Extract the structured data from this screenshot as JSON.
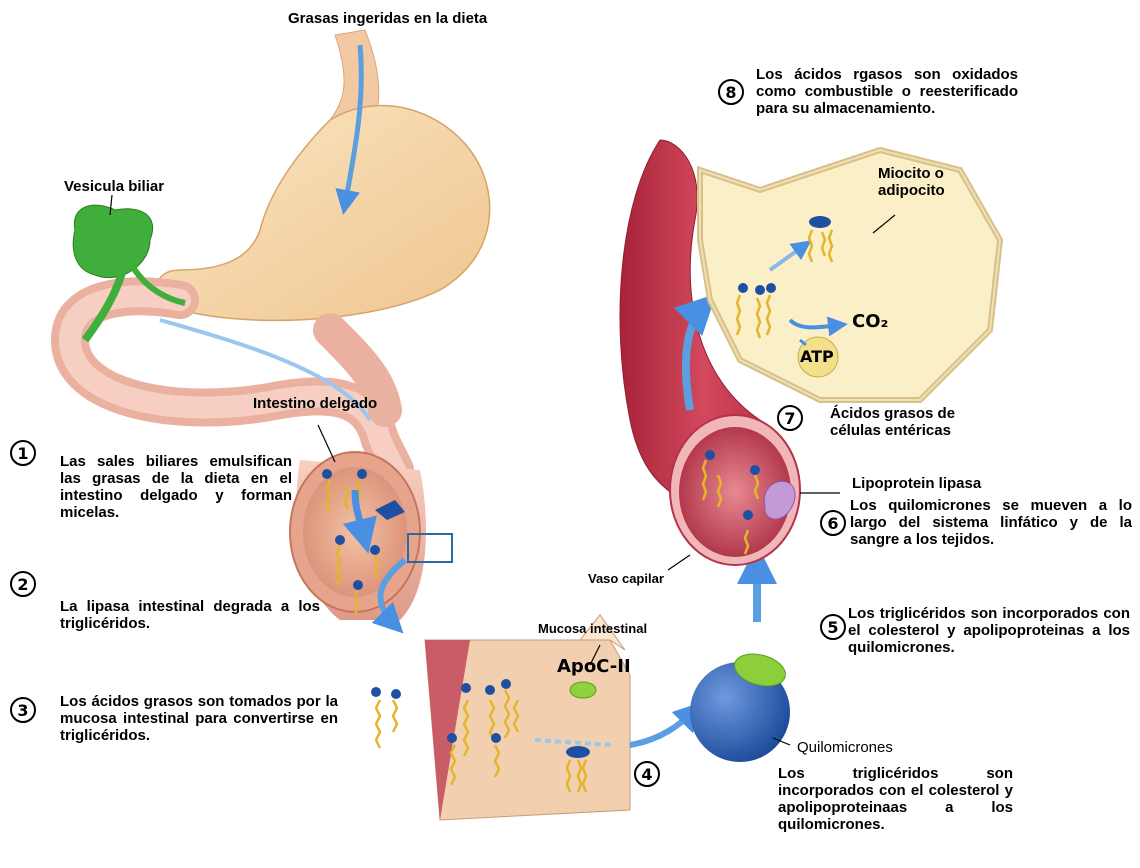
{
  "title": "Grasas ingeridas en la dieta",
  "labels": {
    "gallbladder": "Vesicula biliar",
    "small_intestine": "Intestino delgado",
    "mucosa": "Mucosa intestinal",
    "apoc": "ApoC-II",
    "capillary": "Vaso capilar",
    "chylomicrons": "Quilomicrones",
    "myocyte": "Miocito o adipocito",
    "co2": "CO₂",
    "atp": "ATP",
    "fatty_acids_source": "Ácidos grasos de células entéricas",
    "lipase": "Lipoprotein lipasa"
  },
  "steps": [
    {
      "num": "1",
      "text": "Las sales biliares emulsifican las grasas de la dieta en el intestino delgado y forman micelas."
    },
    {
      "num": "2",
      "text": "La lipasa intestinal degrada a los triglicéridos."
    },
    {
      "num": "3",
      "text": "Los ácidos grasos son tomados por la mucosa intestinal para convertirse en triglicéridos."
    },
    {
      "num": "4",
      "text": "Los triglicéridos son incorporados con el colesterol y apolipoproteinaas a los quilomicrones."
    },
    {
      "num": "5",
      "text": "Los triglicéridos son incorporados con el colesterol y apolipoproteinas a los quilomicrones."
    },
    {
      "num": "6",
      "text": "Los quilomicrones se mueven a lo largo del sistema linfático y de la sangre a los tejidos."
    },
    {
      "num": "7",
      "text": ""
    },
    {
      "num": "8",
      "text": "Los ácidos rgasos son oxidados como combustible o reesterificado para su almacenamiento."
    }
  ],
  "colors": {
    "stomach": "#f5d7a8",
    "intestine": "#efb6a6",
    "gallbladder": "#3fae3a",
    "vessel": "#c8344a",
    "cell": "#fbf0c8",
    "chylomicron": "#2f62b3",
    "arrow": "#5c9fe0",
    "fatty_acid": "#e2b52a",
    "head": "#1f4fa3"
  }
}
